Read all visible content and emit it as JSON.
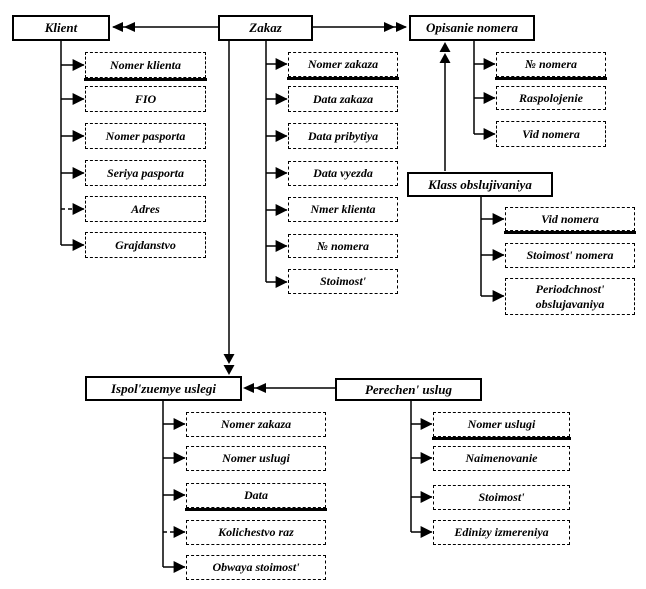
{
  "diagram_type": "entity-relationship",
  "colors": {
    "line": "#000000",
    "background": "#ffffff",
    "box_fill": "#ffffff"
  },
  "entities": [
    {
      "name": "Klient",
      "attributes": [
        {
          "label": "Nomer klienta",
          "key": true,
          "link": "solid"
        },
        {
          "label": "FIO",
          "key": false,
          "link": "solid"
        },
        {
          "label": "Nomer pasporta",
          "key": false,
          "link": "solid"
        },
        {
          "label": "Seriya pasporta",
          "key": false,
          "link": "solid"
        },
        {
          "label": "Adres",
          "key": false,
          "link": "dashed"
        },
        {
          "label": "Grajdanstvo",
          "key": false,
          "link": "solid"
        }
      ]
    },
    {
      "name": "Zakaz",
      "attributes": [
        {
          "label": "Nomer zakaza",
          "key": true,
          "link": "solid"
        },
        {
          "label": "Data zakaza",
          "key": false,
          "link": "solid"
        },
        {
          "label": "Data pribytiya",
          "key": false,
          "link": "solid"
        },
        {
          "label": "Data vyezda",
          "key": false,
          "link": "solid"
        },
        {
          "label": "Nmer klienta",
          "key": false,
          "link": "solid"
        },
        {
          "label": "№ nomera",
          "key": false,
          "link": "solid"
        },
        {
          "label": "Stoimost'",
          "key": false,
          "link": "solid"
        }
      ]
    },
    {
      "name": "Opisanie nomera",
      "attributes": [
        {
          "label": "№ nomera",
          "key": true,
          "link": "solid"
        },
        {
          "label": "Raspolojenie",
          "key": false,
          "link": "solid"
        },
        {
          "label": "Vid nomera",
          "key": false,
          "link": "solid"
        }
      ]
    },
    {
      "name": "Klass obslujivaniya",
      "attributes": [
        {
          "label": "Vid nomera",
          "key": true,
          "link": "solid"
        },
        {
          "label": "Stoimost' nomera",
          "key": false,
          "link": "solid"
        },
        {
          "label": "Periodchnost' obslujavaniya",
          "key": false,
          "link": "solid"
        }
      ]
    },
    {
      "name": "Ispol'zuemye uslegi",
      "attributes": [
        {
          "label": "Nomer zakaza",
          "key": false,
          "link": "solid"
        },
        {
          "label": "Nomer uslugi",
          "key": false,
          "link": "solid"
        },
        {
          "label": "Data",
          "key": true,
          "link": "solid"
        },
        {
          "label": "Kolichestvo raz",
          "key": false,
          "link": "dashed"
        },
        {
          "label": "Obwaya stoimost'",
          "key": false,
          "link": "solid"
        }
      ]
    },
    {
      "name": "Perechen' uslug",
      "attributes": [
        {
          "label": "Nomer uslugi",
          "key": true,
          "link": "solid"
        },
        {
          "label": "Naimenovanie",
          "key": false,
          "link": "solid"
        },
        {
          "label": "Stoimost'",
          "key": false,
          "link": "solid"
        },
        {
          "label": "Edinizy izmereniya",
          "key": false,
          "link": "solid"
        }
      ]
    }
  ],
  "relations": [
    {
      "from": "Zakaz",
      "to": "Klient",
      "arrowheads": "double",
      "direction": "left"
    },
    {
      "from": "Zakaz",
      "to": "Opisanie nomera",
      "arrowheads": "double",
      "direction": "right"
    },
    {
      "from": "Klass obslujivaniya",
      "to": "Opisanie nomera",
      "arrowheads": "double",
      "direction": "up"
    },
    {
      "from": "Zakaz",
      "to": "Ispol'zuemye uslegi",
      "arrowheads": "double",
      "direction": "down"
    },
    {
      "from": "Perechen' uslug",
      "to": "Ispol'zuemye uslegi",
      "arrowheads": "double",
      "direction": "left"
    }
  ]
}
